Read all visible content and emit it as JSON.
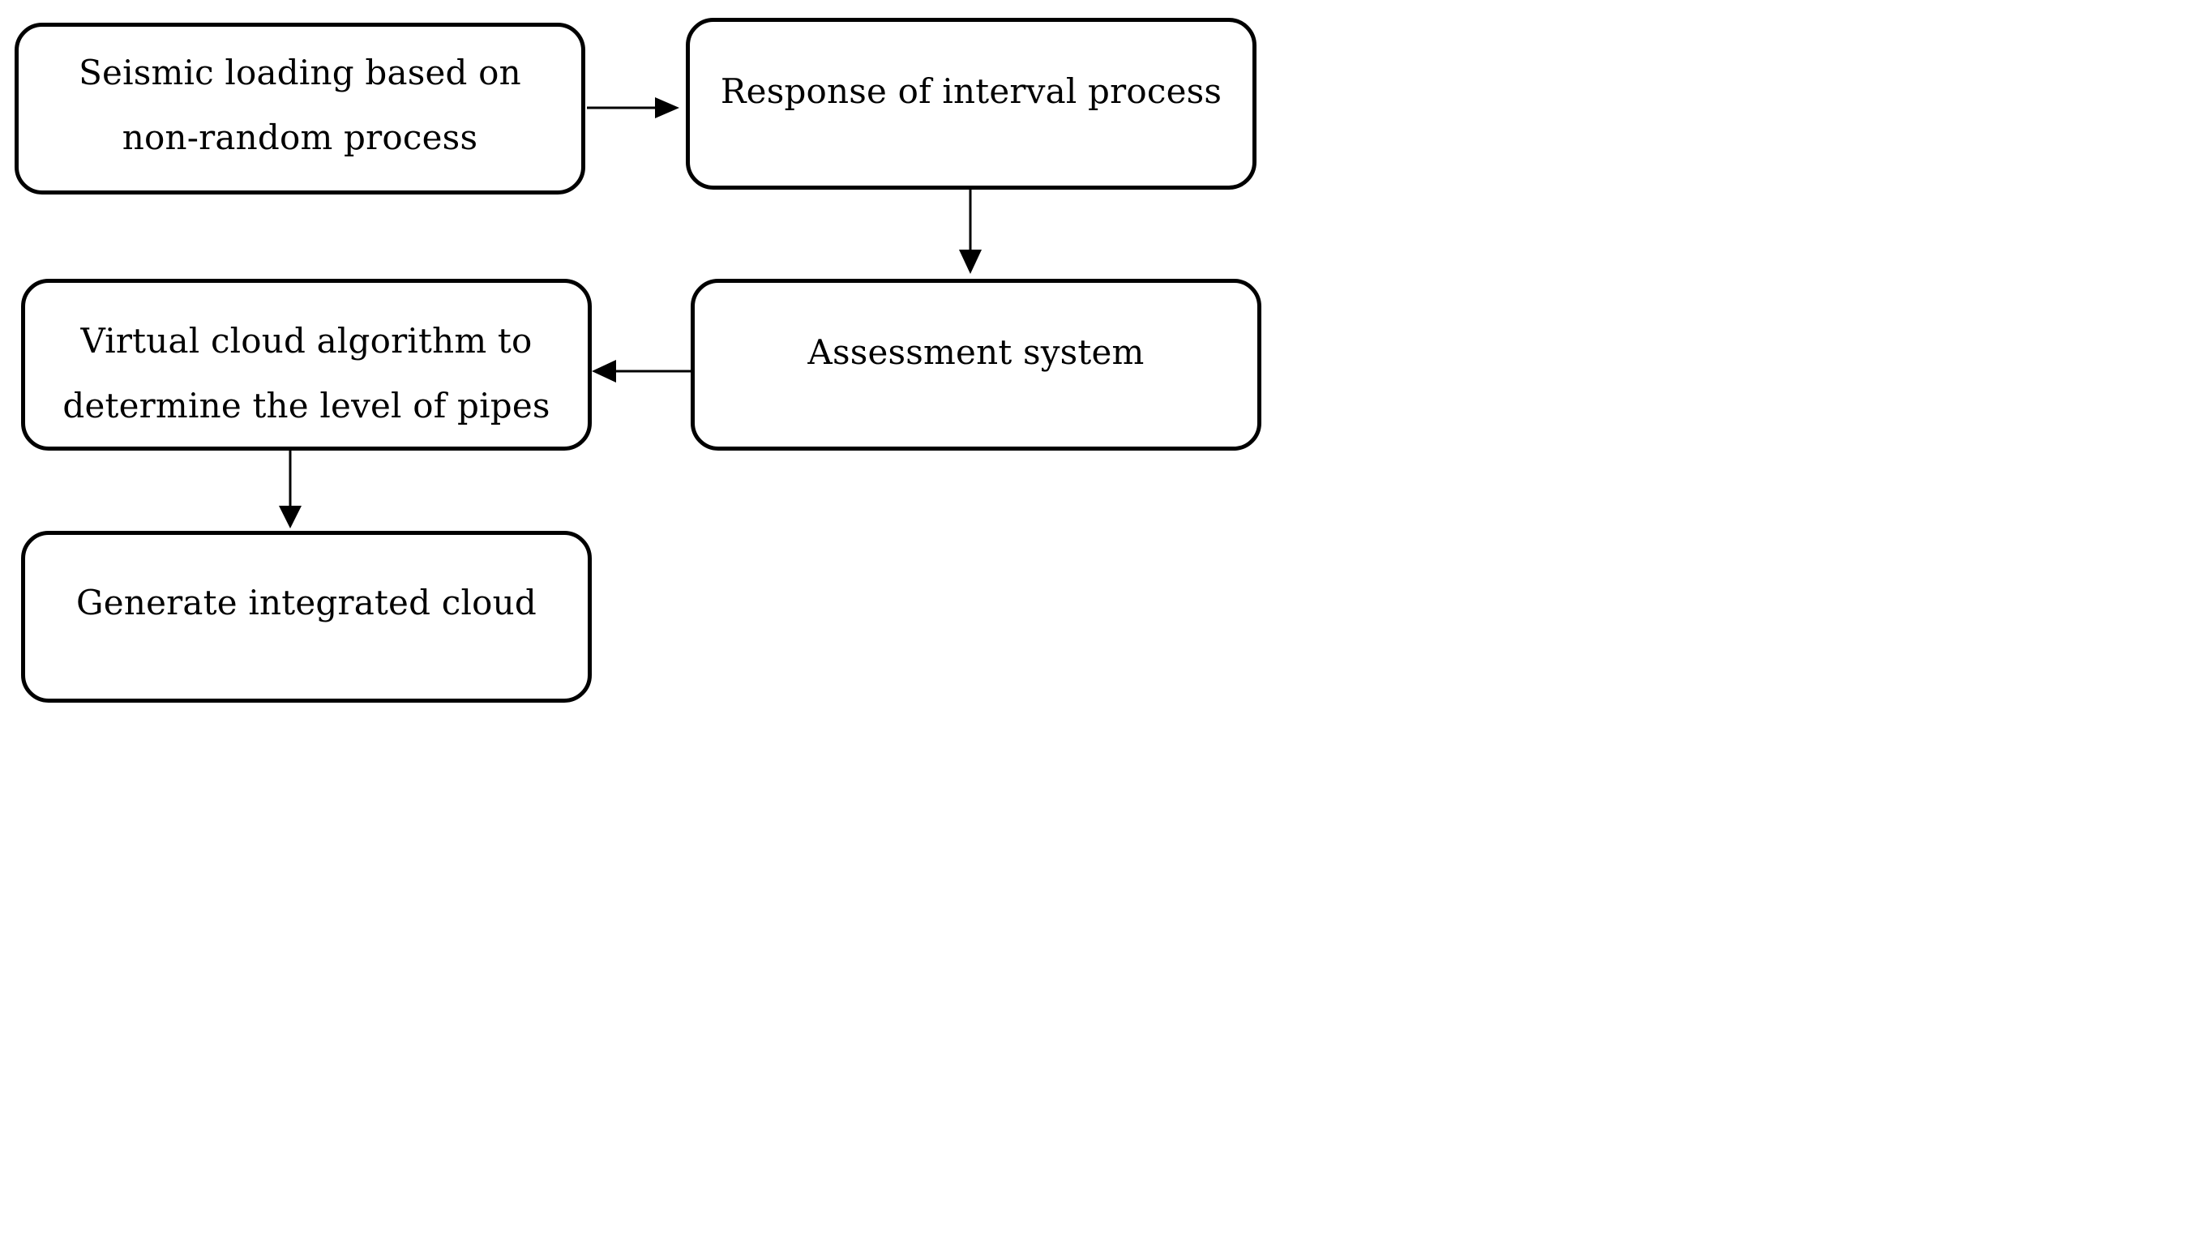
{
  "nodes": {
    "seismic": "Seismic loading based on\nnon-random process",
    "response": "Response of interval process",
    "assessment": "Assessment system",
    "virtual": "Virtual cloud algorithm to\ndetermine the level of pipes",
    "generate": "Generate integrated cloud"
  },
  "edges": [
    {
      "from": "seismic",
      "to": "response"
    },
    {
      "from": "response",
      "to": "assessment"
    },
    {
      "from": "assessment",
      "to": "virtual"
    },
    {
      "from": "virtual",
      "to": "generate"
    }
  ],
  "colors": {
    "stroke": "#000000",
    "background": "#ffffff"
  }
}
